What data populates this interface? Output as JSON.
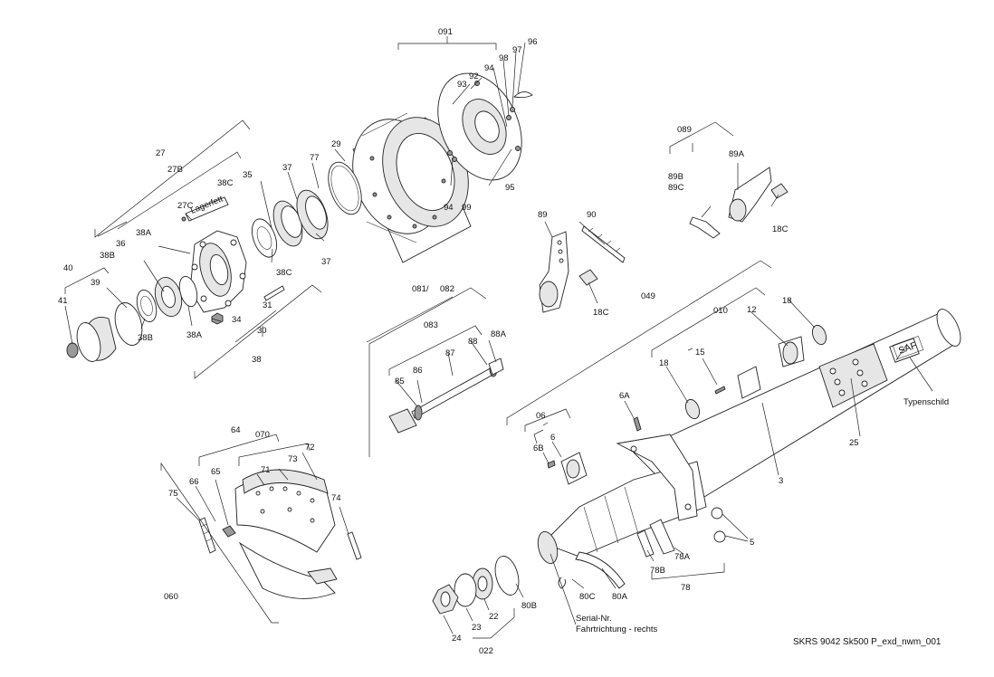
{
  "diagram": {
    "labels": {
      "l091": "091",
      "l96": "96",
      "l97": "97",
      "l98": "98",
      "l94a": "94",
      "l92": "92",
      "l93": "93",
      "l94b": "94",
      "l99": "99",
      "l95": "95",
      "l27": "27",
      "l27B": "27B",
      "l27C": "27C",
      "l_lagerfett": "Lagerfett",
      "l29": "29",
      "l77": "77",
      "l37a": "37",
      "l35": "35",
      "l38Ca": "38C",
      "l38Cb": "38C",
      "l37b": "37",
      "l40": "40",
      "l41": "41",
      "l39": "39",
      "l38B_a": "38B",
      "l36": "36",
      "l38A_a": "38A",
      "l38B_b": "38B",
      "l38A_b": "38A",
      "l34": "34",
      "l31": "31",
      "l30": "30",
      "l38": "38",
      "l089": "089",
      "l89B": "89B",
      "l89C": "89C",
      "l89A": "89A",
      "l18Ca": "18C",
      "l89": "89",
      "l90": "90",
      "l18Cb": "18C",
      "l081": "081/",
      "l082": "082",
      "l083": "083",
      "l88": "88",
      "l88A": "88A",
      "l87": "87",
      "l86": "86",
      "l85": "85",
      "l049": "049",
      "l010": "010",
      "l18a": "18",
      "l12": "12",
      "l15": "15",
      "l18b": "18",
      "l_saf": "SAF",
      "l_typenschild": "Typenschild",
      "l25": "25",
      "l3": "3",
      "l6A": "6A",
      "l06": "06",
      "l6": "6",
      "l6B": "6B",
      "l5": "5",
      "l78A": "78A",
      "l78B": "78B",
      "l78": "78",
      "l80C": "80C",
      "l80A": "80A",
      "l80B": "80B",
      "l22": "22",
      "l23": "23",
      "l24": "24",
      "l022": "022",
      "l_serial": "Serial-Nr.",
      "l_fahrt": "Fahrtrichtung - rechts",
      "l64": "64",
      "l070": "070",
      "l72": "72",
      "l73": "73",
      "l71": "71",
      "l65": "65",
      "l66": "66",
      "l75": "75",
      "l74": "74",
      "l060": "060"
    },
    "footer": "SKRS 9042 Sk500 P_exd_nwm_001"
  }
}
